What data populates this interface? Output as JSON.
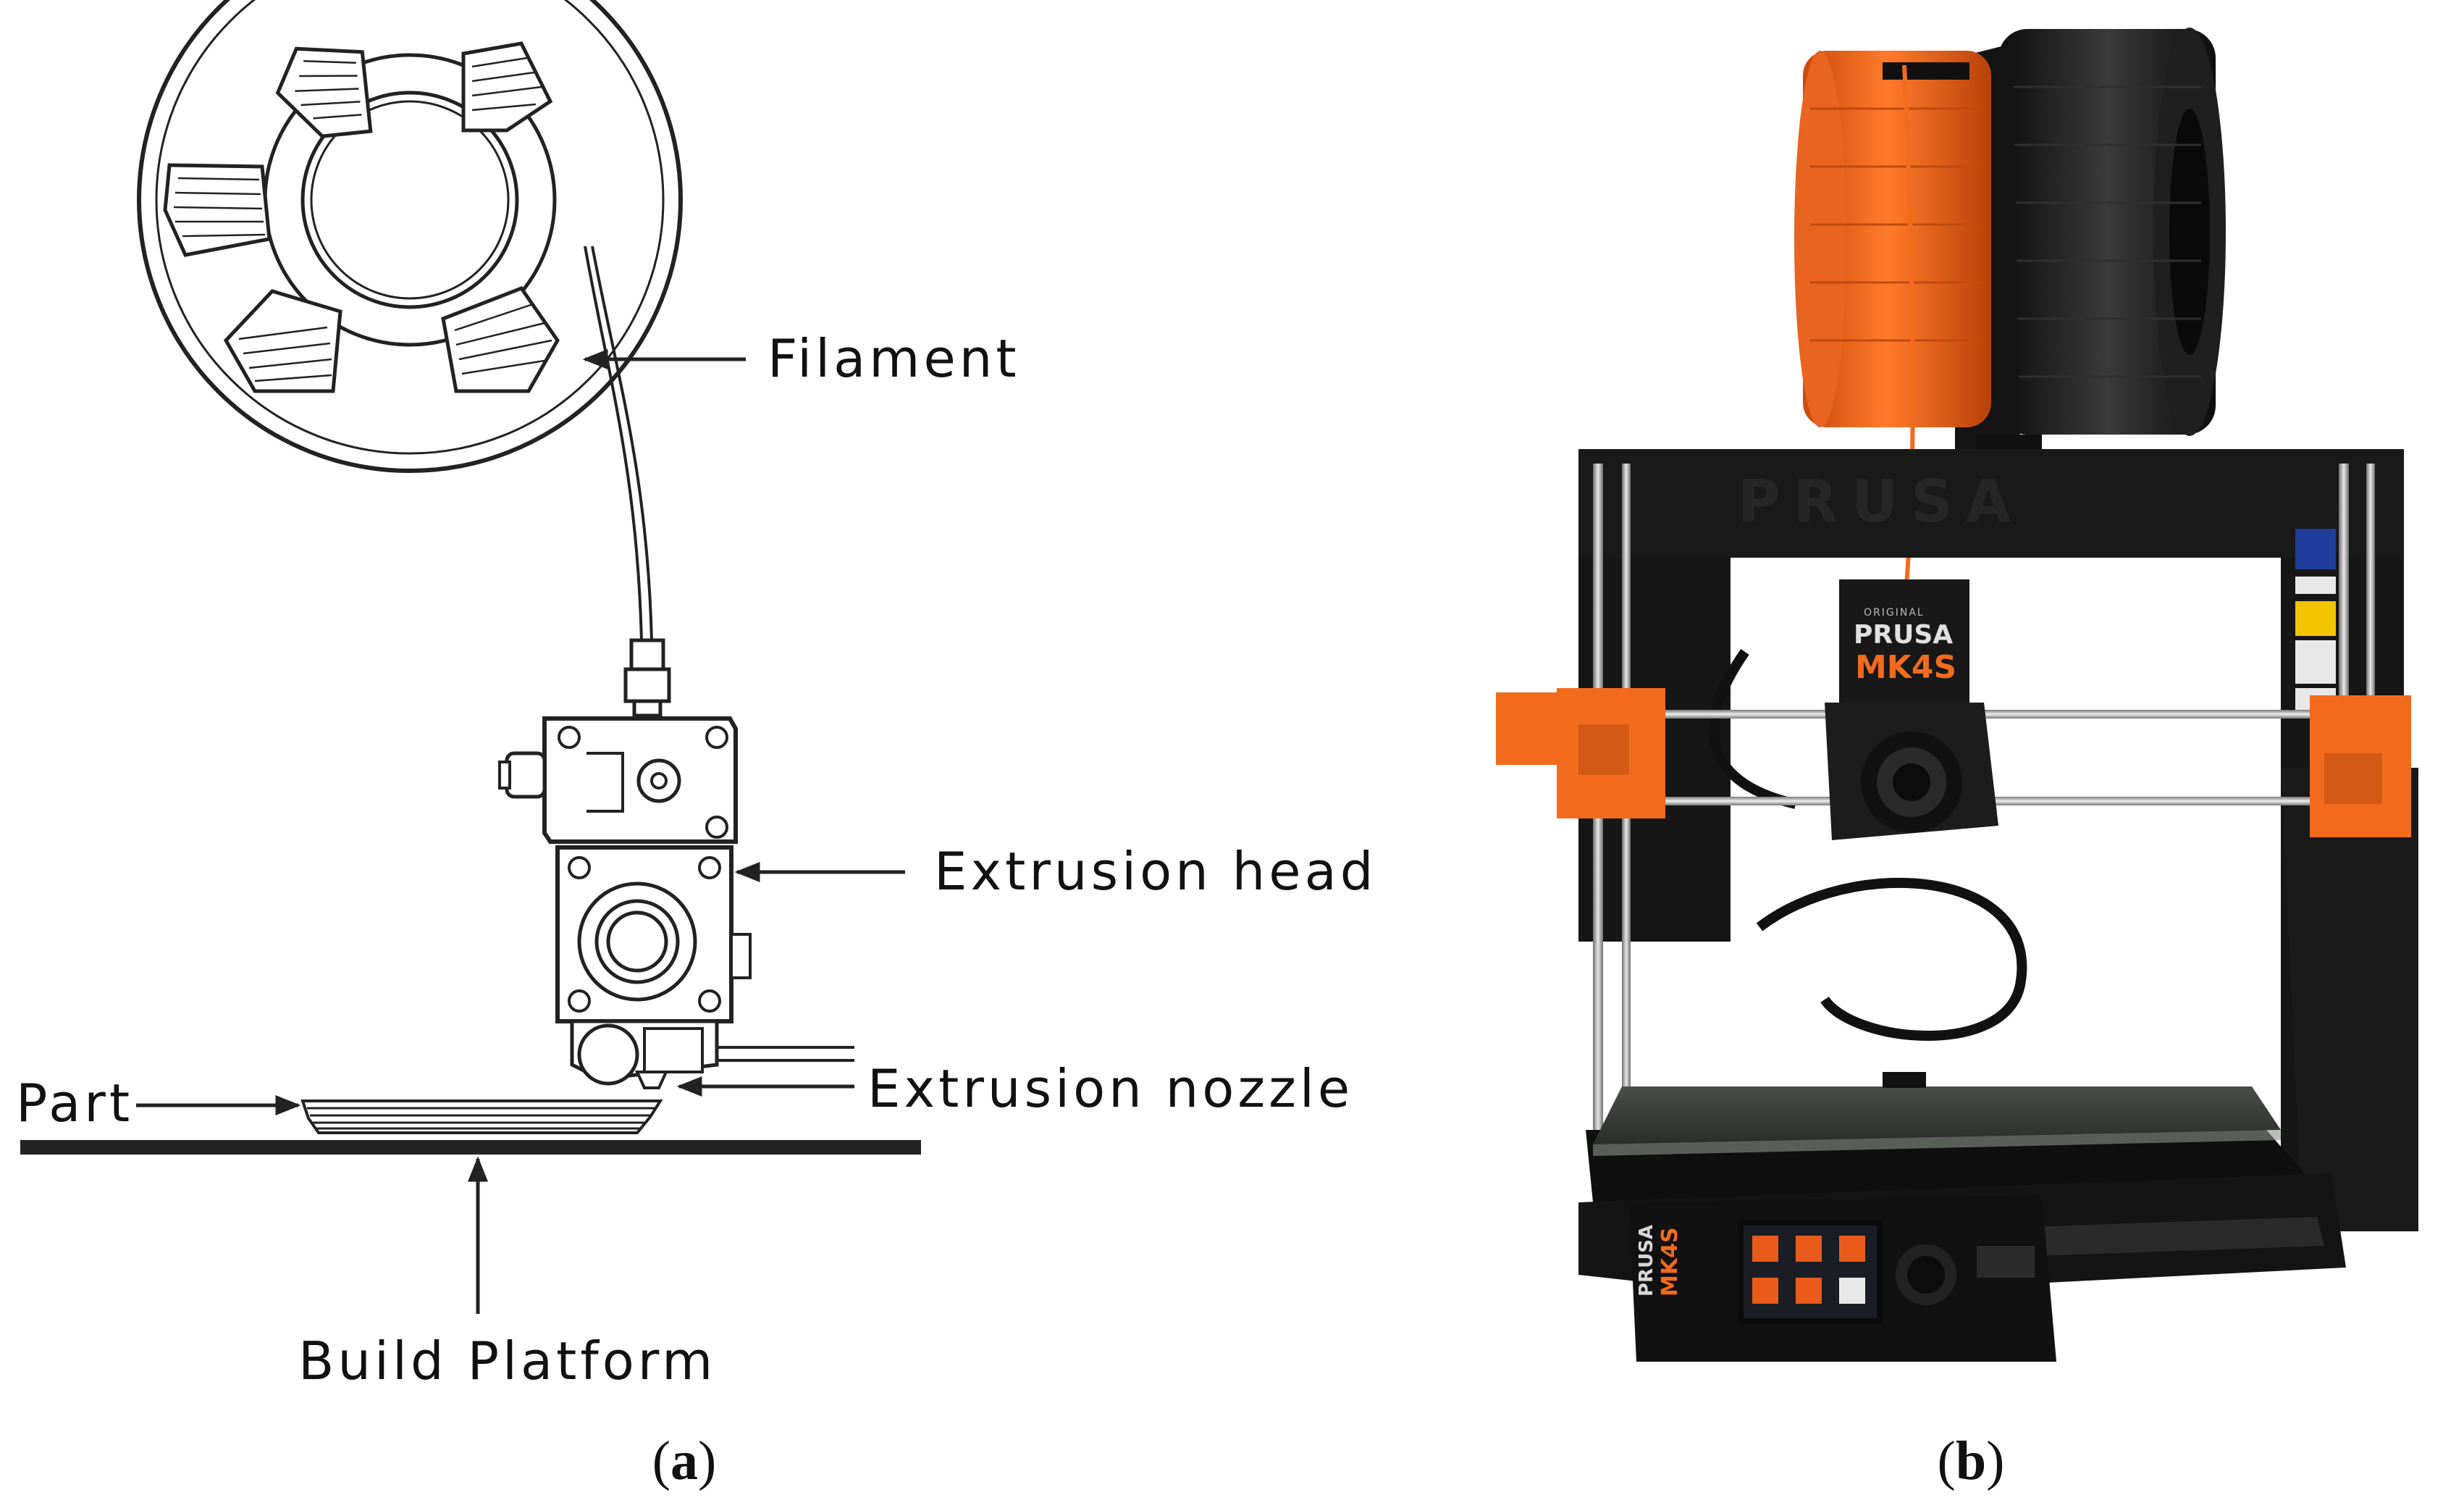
{
  "panel_a": {
    "labels": {
      "filament": "Filament",
      "extrusion_head": "Extrusion head",
      "extrusion_nozzle": "Extrusion nozzle",
      "part": "Part",
      "build_platform": "Build Platform"
    },
    "caption": {
      "open": "(",
      "letter": "a",
      "close": ")"
    }
  },
  "panel_b": {
    "printer_branding": {
      "frame_text": "PRUSA",
      "head_small": "ORIGINAL",
      "head_brand": "PRUSA",
      "head_model": "MK4S",
      "display_brand": "PRUSA",
      "display_model": "MK4S"
    },
    "caption": {
      "open": "(",
      "letter": "b",
      "close": ")"
    }
  },
  "colors": {
    "orange": "#f26b1d",
    "printer_black": "#161616",
    "line": "#222222"
  }
}
